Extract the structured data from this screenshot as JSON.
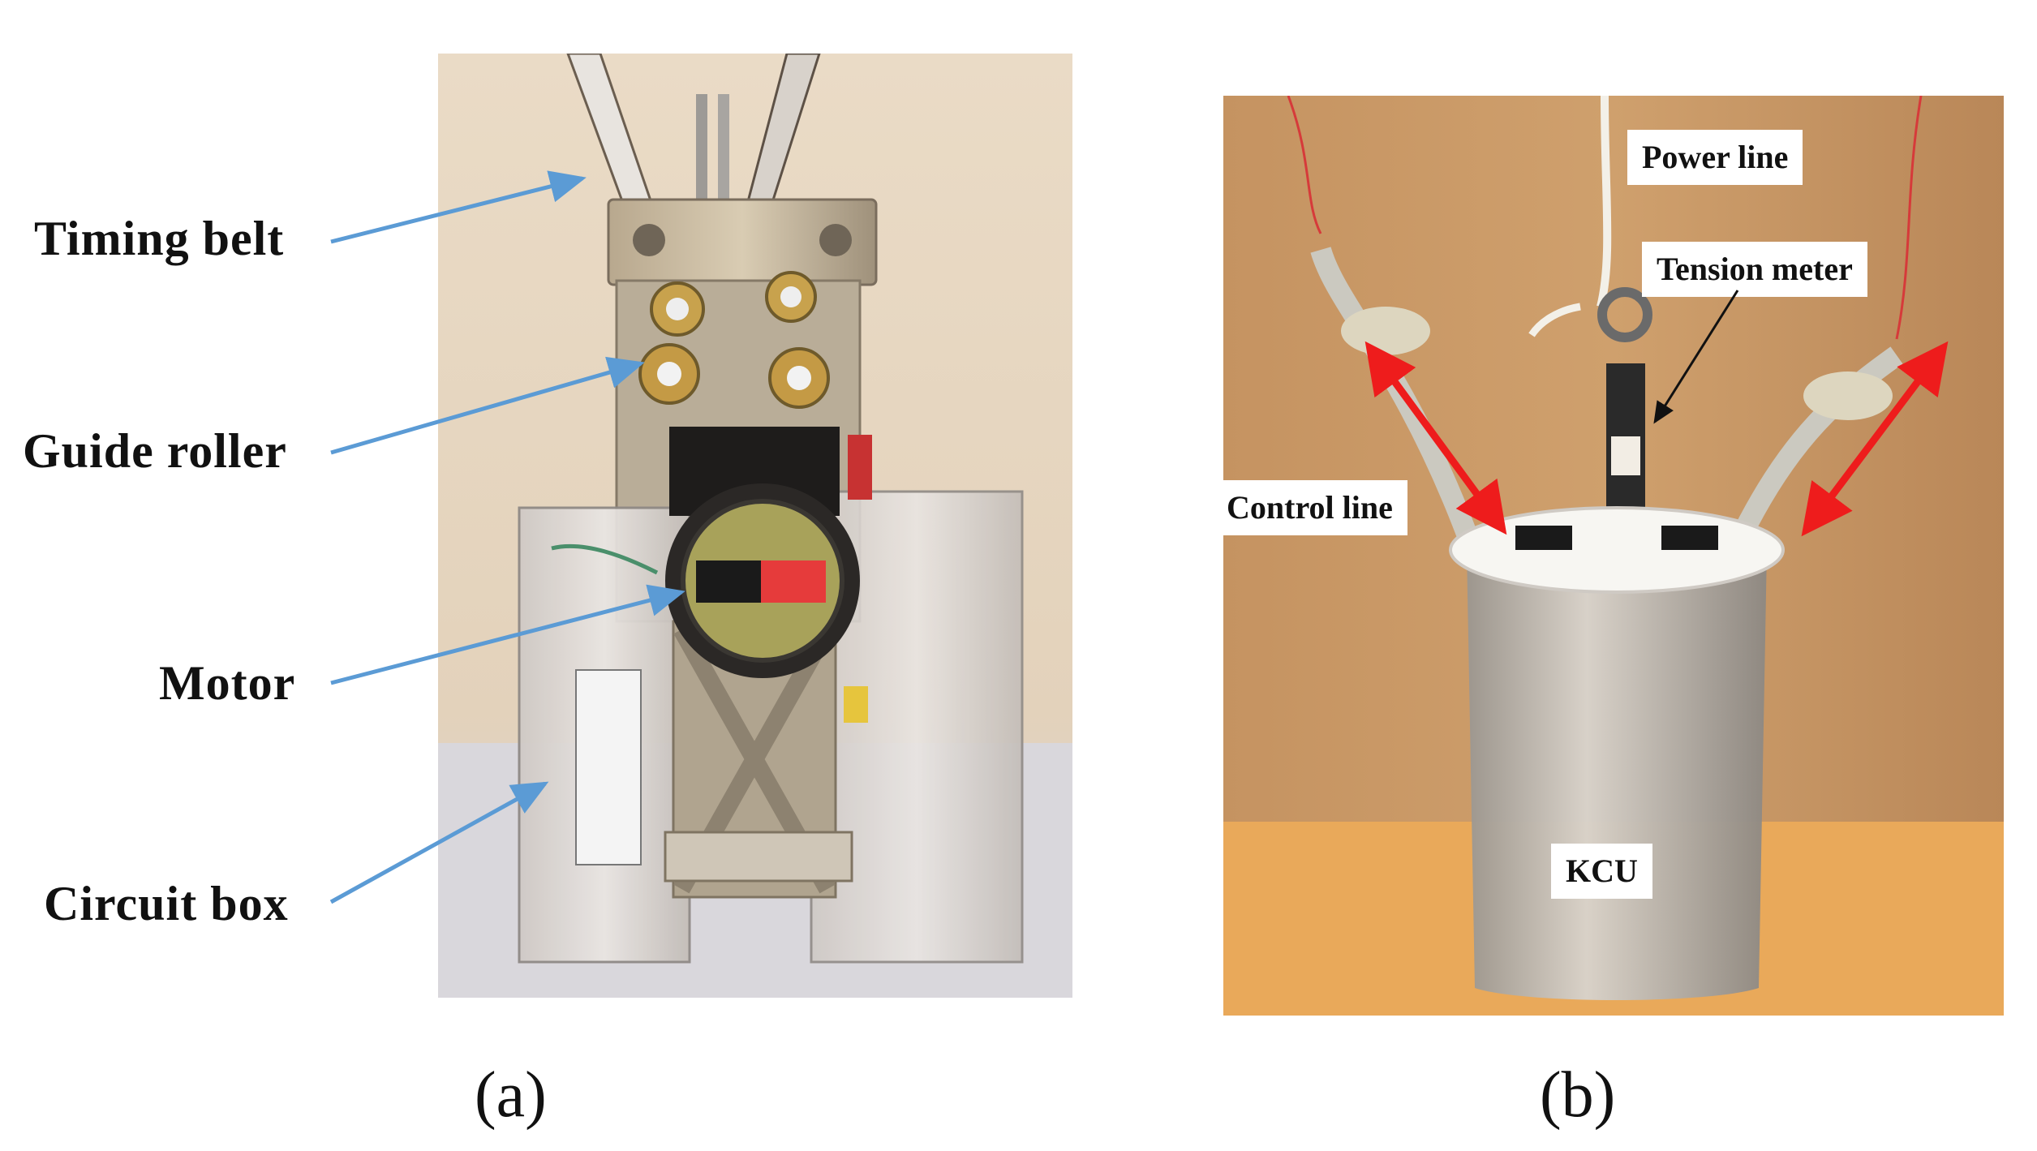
{
  "panel_a": {
    "caption": "(a)",
    "labels": {
      "timing_belt": "Timing belt",
      "guide_roller": "Guide roller",
      "motor": "Motor",
      "circuit_box": "Circuit box"
    },
    "arrow_color": "#5b9bd5"
  },
  "panel_b": {
    "caption": "(b)",
    "tags": {
      "power_line": "Power line",
      "tension_meter": "Tension meter",
      "control_line": "Control line",
      "kcu": "KCU"
    },
    "arrow_color": "#ee1c1c"
  }
}
